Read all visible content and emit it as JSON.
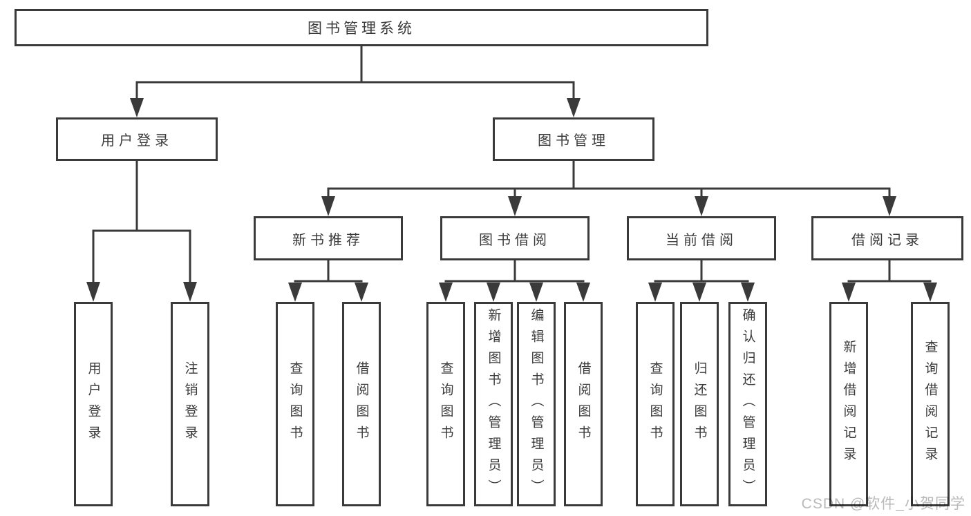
{
  "diagram": {
    "type": "hierarchy-tree",
    "colors": {
      "line": "#3a3a3a",
      "text": "#3a3a3a",
      "background": "#ffffff",
      "watermark": "#b9b9b9"
    },
    "watermark": {
      "text": "CSDN @软件_小贺同学"
    },
    "nodes": {
      "root": {
        "label": "图书管理系统"
      },
      "level1": [
        {
          "id": "user-login",
          "label": "用户登录",
          "parent": "root"
        },
        {
          "id": "book-management",
          "label": "图书管理",
          "parent": "root"
        }
      ],
      "level2": [
        {
          "id": "new-book-recommend",
          "label": "新书推荐",
          "parent": "book-management"
        },
        {
          "id": "book-borrow",
          "label": "图书借阅",
          "parent": "book-management"
        },
        {
          "id": "current-borrow",
          "label": "当前借阅",
          "parent": "book-management"
        },
        {
          "id": "borrow-records",
          "label": "借阅记录",
          "parent": "book-management"
        }
      ],
      "leaves": [
        {
          "id": "leaf-user-login",
          "label": "用户登录",
          "parent": "user-login"
        },
        {
          "id": "leaf-logout",
          "label": "注销登录",
          "parent": "user-login"
        },
        {
          "id": "leaf-nb-query",
          "label": "查询图书",
          "parent": "new-book-recommend"
        },
        {
          "id": "leaf-nb-borrow",
          "label": "借阅图书",
          "parent": "new-book-recommend"
        },
        {
          "id": "leaf-bb-query",
          "label": "查询图书",
          "parent": "book-borrow"
        },
        {
          "id": "leaf-bb-add",
          "label": "新增图书（管理员）",
          "parent": "book-borrow"
        },
        {
          "id": "leaf-bb-edit",
          "label": "编辑图书（管理员）",
          "parent": "book-borrow"
        },
        {
          "id": "leaf-bb-borrow",
          "label": "借阅图书",
          "parent": "book-borrow"
        },
        {
          "id": "leaf-cb-query",
          "label": "查询图书",
          "parent": "current-borrow"
        },
        {
          "id": "leaf-cb-return",
          "label": "归还图书",
          "parent": "current-borrow"
        },
        {
          "id": "leaf-cb-confirm",
          "label": "确认归还（管理员）",
          "parent": "current-borrow"
        },
        {
          "id": "leaf-br-add",
          "label": "新增借阅记录",
          "parent": "borrow-records"
        },
        {
          "id": "leaf-br-query",
          "label": "查询借阅记录",
          "parent": "borrow-records"
        }
      ]
    }
  }
}
